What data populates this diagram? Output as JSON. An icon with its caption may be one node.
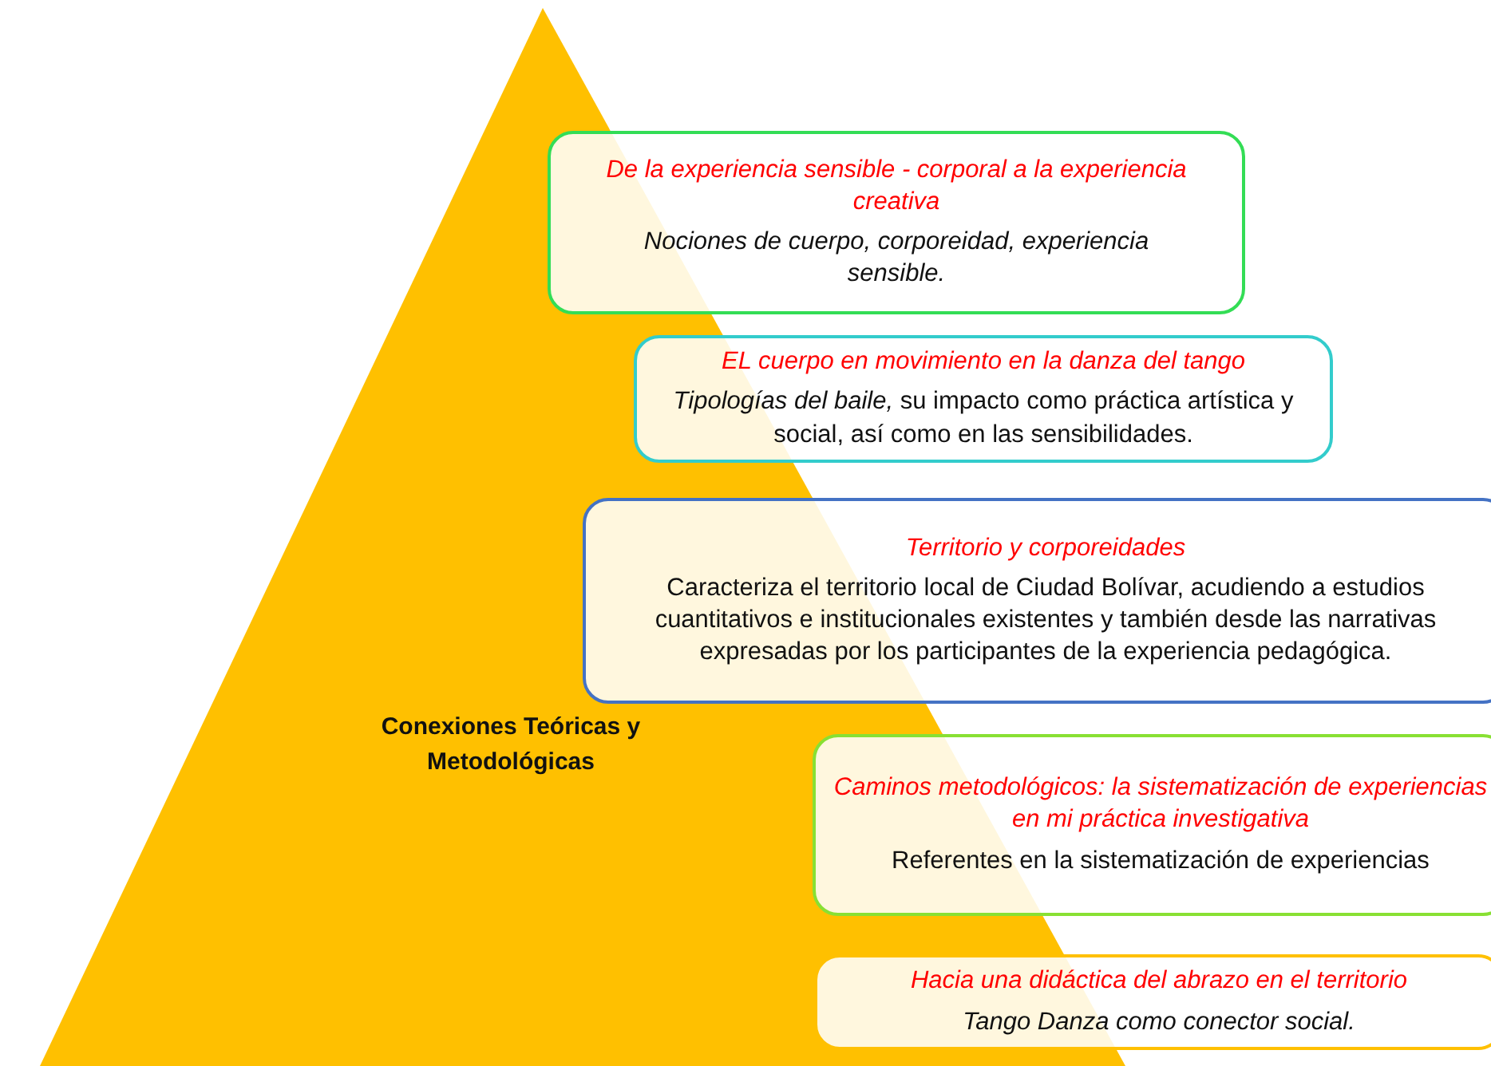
{
  "diagram": {
    "nodes": [
      {
        "text": [
          "Conexiones Teóricas y Metodológicas"
        ]
      },
      {
        "text": [
          "De la experiencia sensible - corporal a la experiencia creativa",
          "Nociones de cuerpo, corporeidad, experiencia sensible."
        ]
      },
      {
        "text": [
          "EL cuerpo en movimiento en la danza del tango",
          "*Tipologías del baile,* su impacto como práctica artística y social, así como en las sensibilidades."
        ]
      },
      {
        "text": [
          "Territorio y corporeidades",
          "Caracteriza el territorio local de Ciudad Bolívar, acudiendo a estudios cuantitativos e institucionales existentes y también desde las narrativas expresadas por los participantes de la experiencia pedagógica."
        ]
      },
      {
        "text": [
          "Caminos metodológicos: la sistematización de experiencias en mi práctica investigativa",
          "Referentes en la sistematización de experiencias"
        ]
      },
      {
        "text": [
          "Hacia una didáctica del abrazo en el territorio",
          "Tango Danza como conector social."
        ]
      }
    ]
  }
}
